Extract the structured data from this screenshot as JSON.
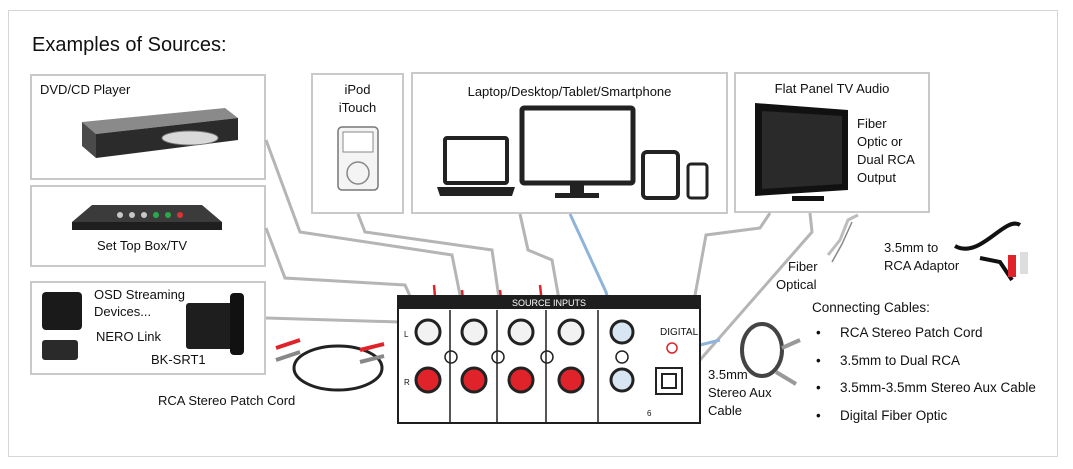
{
  "title": "Examples of Sources:",
  "sources": {
    "dvd": "DVD/CD Player",
    "stb": "Set Top Box/TV",
    "osd_line1": "OSD Streaming",
    "osd_line2": "Devices...",
    "nero": "NERO Link",
    "bksrt": "BK-SRT1",
    "ipod_line1": "iPod",
    "ipod_line2": "iTouch",
    "computers": "Laptop/Desktop/Tablet/Smartphone",
    "tv": "Flat Panel TV Audio",
    "tv_out_1": "Fiber",
    "tv_out_2": "Optic or",
    "tv_out_3": "Dual RCA",
    "tv_out_4": "Output"
  },
  "panel": {
    "header": "SOURCE INPUTS",
    "digital": "DIGITAL",
    "left": "L",
    "right": "R",
    "num": "6"
  },
  "cables": {
    "fiber_1": "Fiber",
    "fiber_2": "Optical",
    "adaptor_1": "3.5mm to",
    "adaptor_2": "RCA Adaptor",
    "aux_1": "3.5mm",
    "aux_2": "Stereo Aux",
    "aux_3": "Cable",
    "rca_patch": "RCA Stereo Patch Cord"
  },
  "connecting": {
    "heading": "Connecting Cables:",
    "bullet": "•",
    "items": [
      "RCA Stereo Patch Cord",
      "3.5mm to Dual RCA",
      "3.5mm-3.5mm Stereo Aux Cable",
      "Digital Fiber Optic"
    ]
  },
  "colors": {
    "box_border": "#c9c9c9",
    "cable_gray": "#b5b5b5",
    "cable_red": "#e0232a",
    "cable_blue": "#8fb4dc",
    "panel_dark": "#1e1e1e"
  }
}
